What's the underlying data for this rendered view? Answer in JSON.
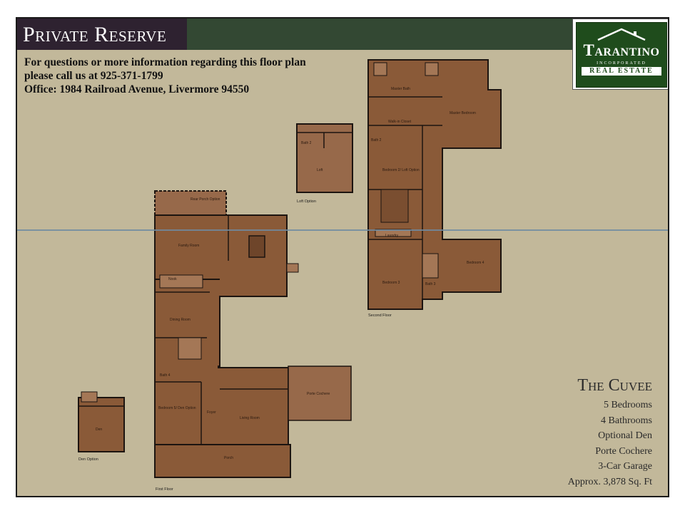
{
  "header": {
    "title": "Private Reserve"
  },
  "contact": {
    "line1": "For questions or more information regarding this floor plan",
    "line2": "please call us at 925-371-1799",
    "line3": "Office: 1984 Railroad Avenue, Livermore 94550"
  },
  "logo": {
    "name": "Tarantino",
    "inc": "INCORPORATED",
    "sub": "REAL ESTATE"
  },
  "plans": {
    "first_floor": {
      "caption": "First Floor",
      "rooms": {
        "rear_porch": "Rear Porch Option",
        "family": "Family Room",
        "nook": "Nook",
        "dining": "Dining Room",
        "bedroom5": "Bedroom 5/ Den Option",
        "foyer": "Foyer",
        "living": "Living Room",
        "porch": "Porch",
        "porte_cochere": "Porte Cochere",
        "bath4": "Bath 4"
      }
    },
    "second_floor": {
      "caption": "Second Floor",
      "rooms": {
        "master_bath": "Master Bath",
        "master_bedroom": "Master Bedroom",
        "walkin": "Walk-in Closet",
        "bath2": "Bath 2",
        "bedroom2": "Bedroom 2/ Loft Option",
        "laundry": "Laundry",
        "bedroom3": "Bedroom 3",
        "bedroom4": "Bedroom 4",
        "bath3": "Bath 3"
      }
    },
    "loft_option": {
      "caption": "Loft Option",
      "rooms": {
        "loft": "Loft",
        "bath2": "Bath 2"
      }
    },
    "den_option": {
      "caption": "Den Option",
      "rooms": {
        "den": "Den"
      }
    }
  },
  "plan_name": "The Cuvee",
  "features": [
    "5 Bedrooms",
    "4 Bathrooms",
    "Optional Den",
    "Porte Cochere",
    "3-Car Garage",
    "Approx. 3,878 Sq. Ft"
  ]
}
